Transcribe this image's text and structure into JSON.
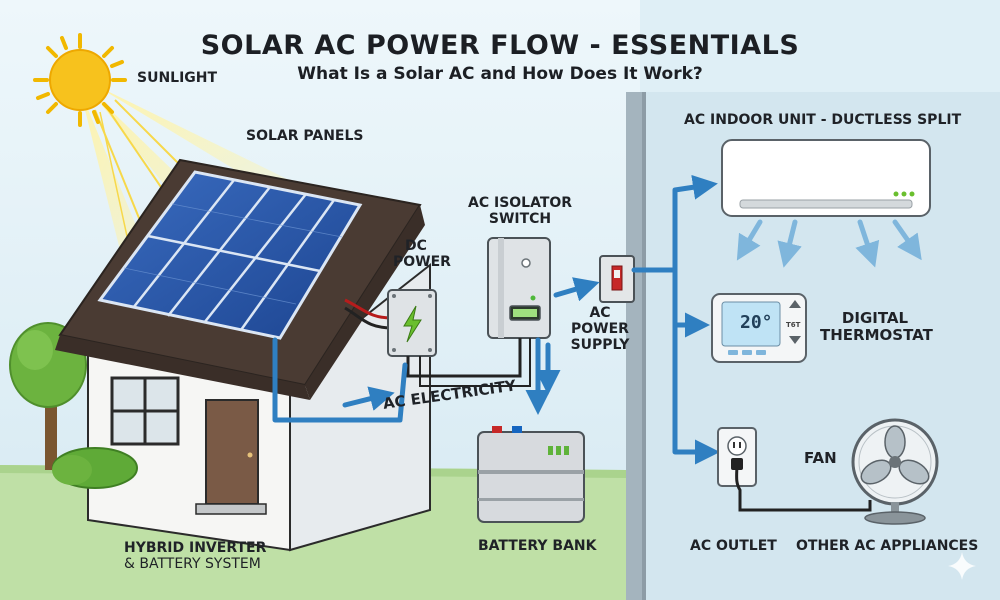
{
  "title": "SOLAR AC POWER FLOW - ESSENTIALS",
  "subtitle": "What Is a Solar AC and How Does It Work?",
  "labels": {
    "sunlight": "SUNLIGHT",
    "solar_panels": "SOLAR PANELS",
    "dc_power_1": "DC",
    "dc_power_2": "POWER",
    "isolator_1": "AC ISOLATOR",
    "isolator_2": "SWITCH",
    "ac_supply_1": "AC",
    "ac_supply_2": "POWER",
    "ac_supply_3": "SUPPLY",
    "ac_electricity": "AC ELECTRICITY",
    "battery_bank": "BATTERY BANK",
    "hybrid_inverter_1": "HYBRID INVERTER",
    "hybrid_inverter_2": "& BATTERY SYSTEM",
    "indoor_unit": "AC INDOOR UNIT - DUCTLESS SPLIT",
    "digital_thermostat_1": "DIGITAL",
    "digital_thermostat_2": "THERMOSTAT",
    "fan": "FAN",
    "ac_outlet": "AC OUTLET",
    "other_appliances": "OTHER AC APPLIANCES"
  },
  "thermostat": {
    "temperature": "20°",
    "side_label": "T6T"
  },
  "icons": {
    "sun": "sun-icon",
    "lightning": "lightning-icon",
    "sparkle": "sparkle-icon"
  },
  "colors": {
    "flow_arrow": "#2f7fc1",
    "panel_blue": "#2553a3",
    "roof": "#4a3b33",
    "wall": "#9fb0bb",
    "sun": "#f7c21d"
  }
}
